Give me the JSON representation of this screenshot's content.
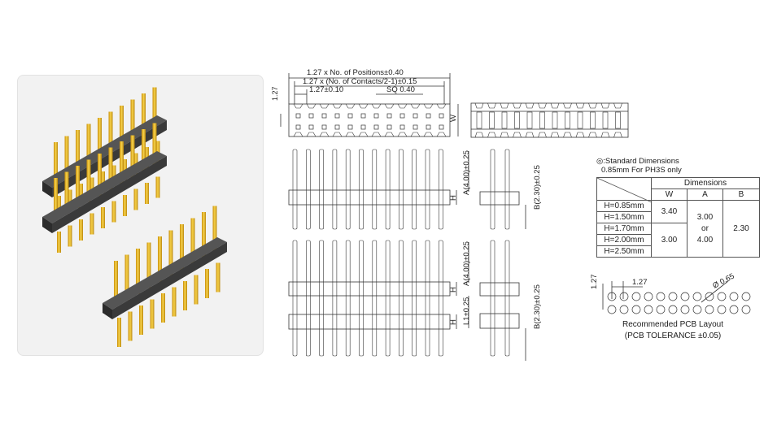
{
  "top_view": {
    "dim_positions": "1.27 x No. of Positions±0.40",
    "dim_contacts": "1.27 x (No. of Contacts/2-1)±0.15",
    "dim_pitch": "1.27±0.10",
    "dim_square": "SQ 0.40",
    "dim_row_pitch": "1.27",
    "dim_width": "W"
  },
  "side_single": {
    "dim_a": "A(4.00)±0.25",
    "dim_b": "B(2.30)±0.25",
    "dim_h": "H"
  },
  "side_double": {
    "dim_a": "A(4.00)±0.25",
    "dim_l": "L1±0.25",
    "dim_b": "B(2.30)±0.25",
    "dim_h_top": "H",
    "dim_h_bottom": "H"
  },
  "notes": {
    "line1": "◎:Standard Dimensions",
    "line2": "0.85mm For PH3S only"
  },
  "dimensions_table": {
    "header": "Dimensions",
    "col_w": "W",
    "col_a": "A",
    "col_b": "B",
    "rows": [
      "H=0.85mm",
      "H=1.50mm",
      "H=1.70mm",
      "H=2.00mm",
      "H=2.50mm"
    ],
    "w_upper": "3.40",
    "w_lower": "3.00",
    "a_line1": "3.00",
    "a_line2": "or",
    "a_line3": "4.00",
    "b_value": "2.30"
  },
  "pcb_layout": {
    "dim_row": "1.27",
    "dim_pitch": "1.27",
    "dim_hole": "Ø 0.65",
    "caption_line1": "Recommended PCB Layout",
    "caption_line2": "(PCB TOLERANCE ±0.05)"
  },
  "colors": {
    "pin_gold": "#e8b320",
    "pin_gold_dark": "#b9850a",
    "insulator": "#2c2c2c",
    "line": "#333333"
  }
}
